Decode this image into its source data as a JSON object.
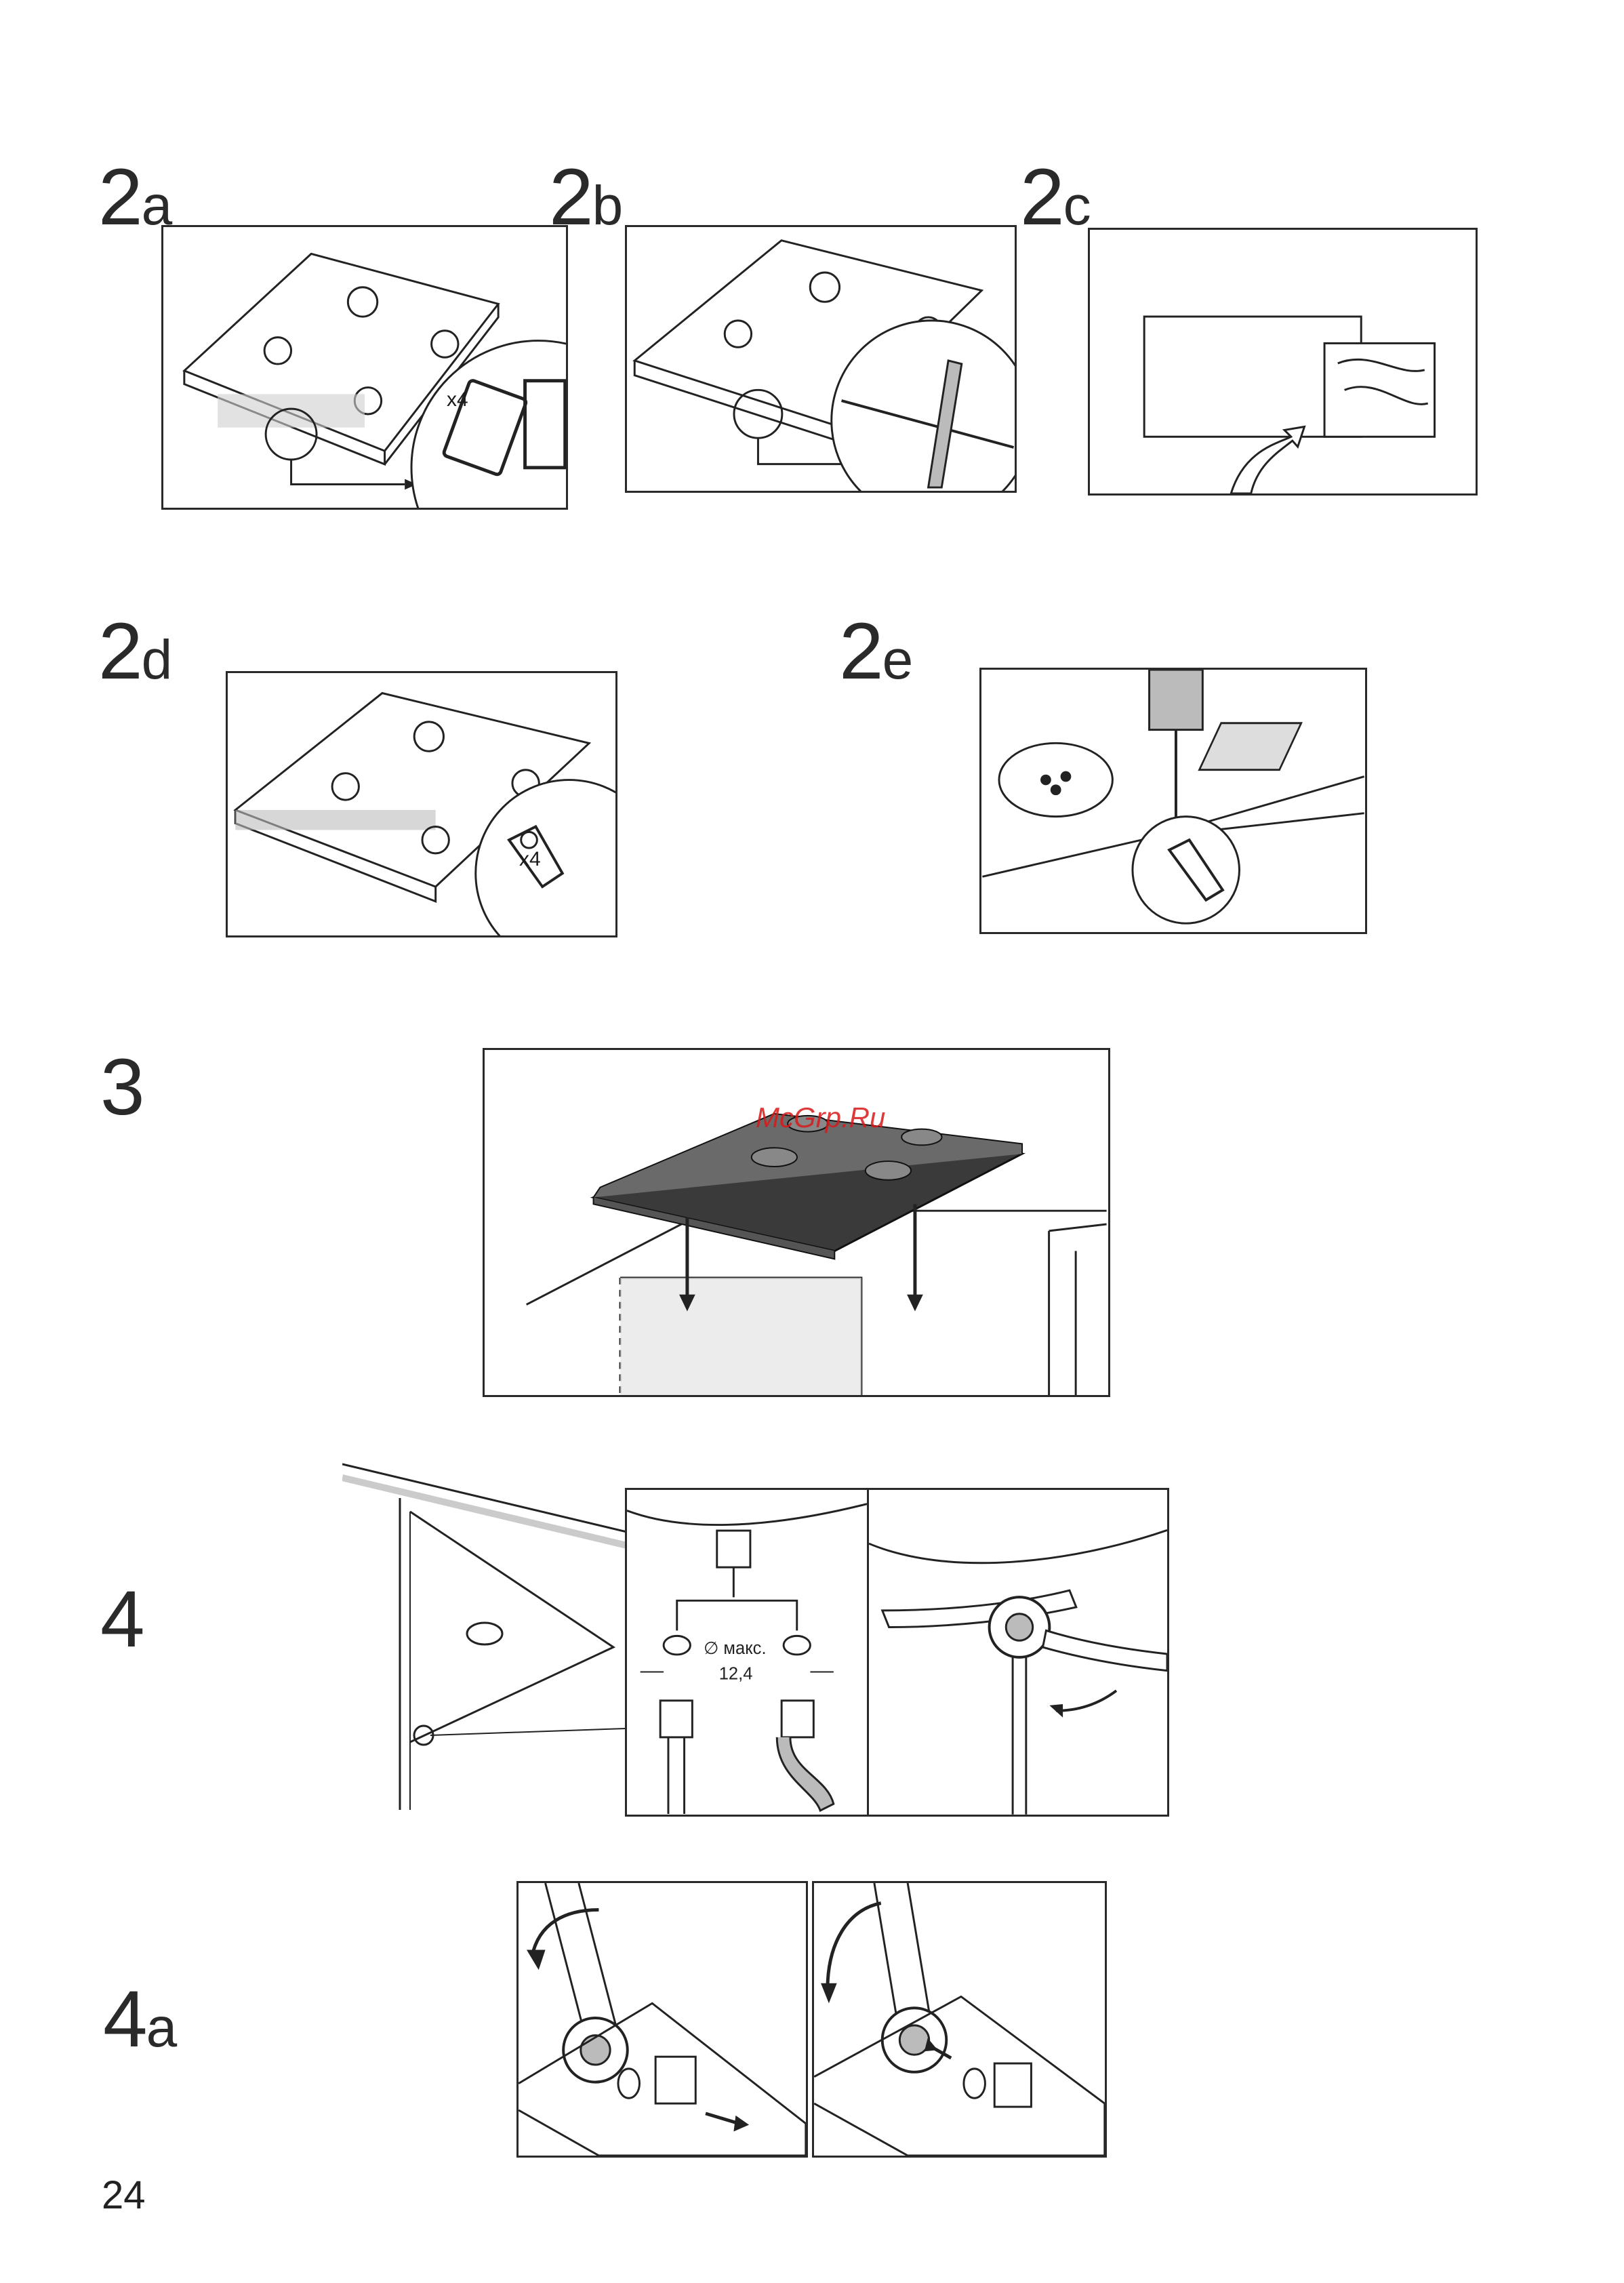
{
  "steps": {
    "s2a": {
      "num": "2",
      "letter": "a",
      "qty": "x4"
    },
    "s2b": {
      "num": "2",
      "letter": "b"
    },
    "s2c": {
      "num": "2",
      "letter": "c"
    },
    "s2d": {
      "num": "2",
      "letter": "d",
      "qty": "x4"
    },
    "s2e": {
      "num": "2",
      "letter": "e"
    },
    "s3": {
      "num": "3"
    },
    "s4": {
      "num": "4",
      "diameter_label": "∅ макс.",
      "diameter_value": "12,4"
    },
    "s4a": {
      "num": "4",
      "letter": "a"
    }
  },
  "watermark": "McGrp.Ru",
  "page_number": "24"
}
